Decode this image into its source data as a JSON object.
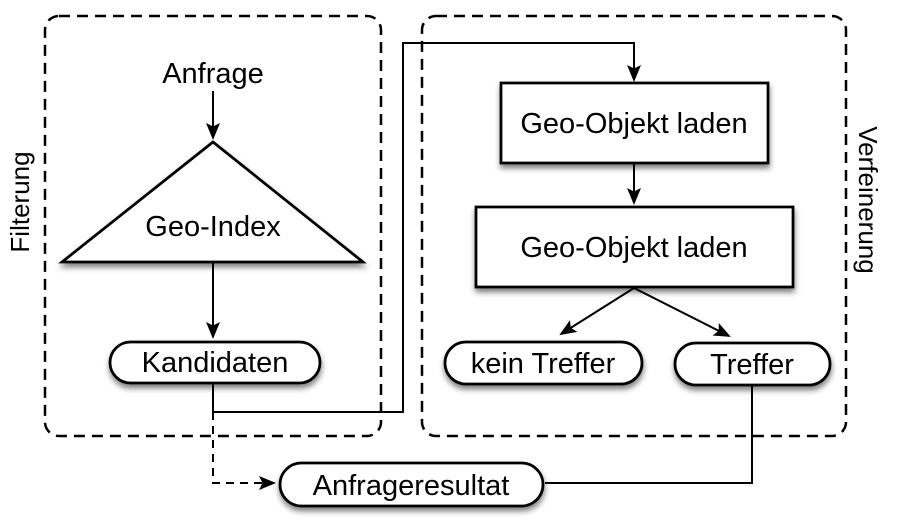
{
  "colors": {
    "background": "#ffffff",
    "stroke": "#000000",
    "node_fill": "#ffffff"
  },
  "panels": {
    "filterung": {
      "label": "Filterung",
      "border": "dashed"
    },
    "verfeinerung": {
      "label": "Verfeinerung",
      "border": "dashed"
    }
  },
  "nodes": {
    "anfrage": {
      "label": "Anfrage",
      "shape": "plain-text"
    },
    "geo_index": {
      "label": "Geo-Index",
      "shape": "triangle"
    },
    "kandidaten": {
      "label": "Kandidaten",
      "shape": "rounded-capsule"
    },
    "geo_objekt_laden_1": {
      "label": "Geo-Objekt laden",
      "shape": "rectangle"
    },
    "geo_objekt_laden_2": {
      "label": "Geo-Objekt laden",
      "shape": "rectangle"
    },
    "kein_treffer": {
      "label": "kein Treffer",
      "shape": "rounded-capsule"
    },
    "treffer": {
      "label": "Treffer",
      "shape": "rounded-capsule"
    },
    "anfrageresultat": {
      "label": "Anfrageresultat",
      "shape": "rounded-capsule"
    }
  },
  "edges": [
    {
      "from": "anfrage",
      "to": "geo_index",
      "style": "solid-arrow"
    },
    {
      "from": "geo_index",
      "to": "kandidaten",
      "style": "solid-arrow"
    },
    {
      "from": "kandidaten",
      "to": "geo_objekt_laden_1",
      "style": "solid-arrow"
    },
    {
      "from": "geo_objekt_laden_1",
      "to": "geo_objekt_laden_2",
      "style": "solid-arrow"
    },
    {
      "from": "geo_objekt_laden_2",
      "to": "kein_treffer",
      "style": "solid-arrow"
    },
    {
      "from": "geo_objekt_laden_2",
      "to": "treffer",
      "style": "solid-arrow"
    },
    {
      "from": "kandidaten",
      "to": "anfrageresultat",
      "style": "dashed-arrow"
    },
    {
      "from": "treffer",
      "to": "anfrageresultat",
      "style": "solid-line"
    }
  ]
}
